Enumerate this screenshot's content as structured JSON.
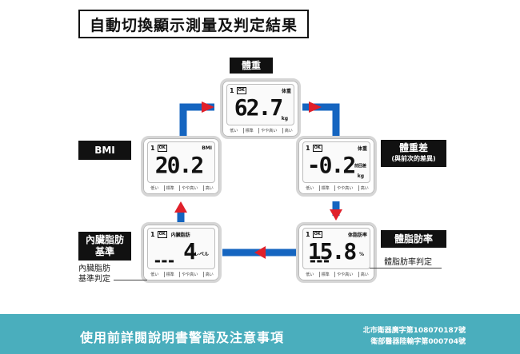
{
  "title": "自動切換顯示測量及判定結果",
  "colors": {
    "arrow": "#1565c0",
    "arrowhead": "#e0202a",
    "footer_bg": "#4aaebd"
  },
  "scale_labels": [
    "低い",
    "標準",
    "やや高い",
    "高い"
  ],
  "screens": {
    "weight": {
      "tag": "體重",
      "num": "1",
      "ok": "OK",
      "mode": "体重",
      "value": "62.7",
      "unit": "kg",
      "sublabel": ""
    },
    "diff": {
      "tag_line1": "體重差",
      "tag_line2": "(與前次的差異)",
      "num": "1",
      "ok": "OK",
      "mode": "体重",
      "value": "-0.2",
      "unit": "kg",
      "sublabel": "前回差"
    },
    "bmi": {
      "tag": "BMI",
      "num": "1",
      "ok": "OK",
      "mode": "BMI",
      "value": "20.2",
      "unit": "",
      "sublabel": ""
    },
    "bodyfat": {
      "tag": "體脂肪率",
      "num": "1",
      "ok": "OK",
      "mode": "体脂肪率",
      "value": "15.8",
      "unit": "%",
      "sublabel": "",
      "note": "體脂肪率判定"
    },
    "visceral": {
      "tag_line1": "內臟脂肪",
      "tag_line2": "基準",
      "num": "1",
      "ok": "OK",
      "mode": "内臓脂肪",
      "value": "4",
      "unit": "レベル",
      "sublabel": "",
      "note_line1": "內臟脂肪",
      "note_line2": "基準判定"
    }
  },
  "footer": {
    "notice": "使用前詳閱說明書警語及注意事項",
    "reg_line1": "北市衛器廣字第108070187號",
    "reg_line2": "衛部醫器陸輸字第000704號"
  }
}
